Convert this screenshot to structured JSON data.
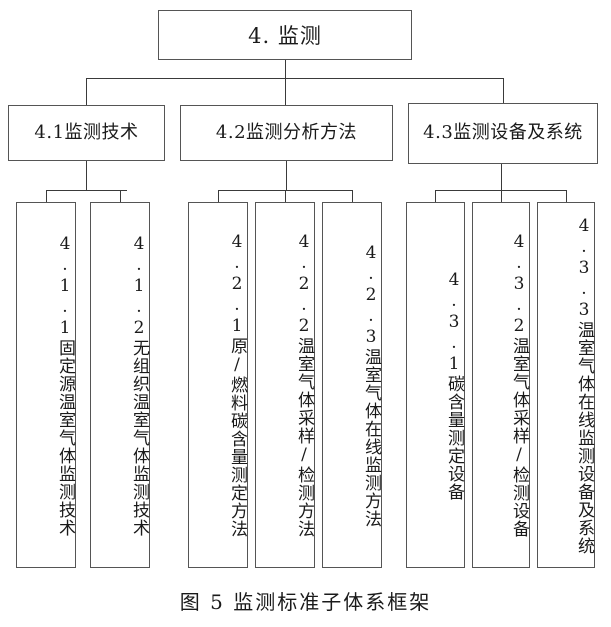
{
  "figure": {
    "caption": "图 5 监测标准子体系框架",
    "root": {
      "id": "4",
      "label": "4. 监测"
    },
    "level2": [
      {
        "id": "4.1",
        "label": "4.1监测技术"
      },
      {
        "id": "4.2",
        "label": "4.2监测分析方法"
      },
      {
        "id": "4.3",
        "label": "4.3监测设备及系统"
      }
    ],
    "leaves": [
      {
        "id": "4.1.1",
        "parent": "4.1",
        "label": "4.1.1固定源温室气体监测技术"
      },
      {
        "id": "4.1.2",
        "parent": "4.1",
        "label": "4.1.2无组织温室气体监测技术"
      },
      {
        "id": "4.2.1",
        "parent": "4.2",
        "label": "4.2.1原/燃料碳含量测定方法"
      },
      {
        "id": "4.2.2",
        "parent": "4.2",
        "label": "4.2.2温室气体采样/检测方法"
      },
      {
        "id": "4.2.3",
        "parent": "4.2",
        "label": "4.2.3温室气体在线监测方法"
      },
      {
        "id": "4.3.1",
        "parent": "4.3",
        "label": "4.3.1碳含量测定设备"
      },
      {
        "id": "4.3.2",
        "parent": "4.3",
        "label": "4.3.2温室气体采样/检测设备"
      },
      {
        "id": "4.3.3",
        "parent": "4.3",
        "label": "4.3.3温室气体在线监测设备及系统"
      }
    ],
    "colors": {
      "box_border": "#555555",
      "connector": "#3a3a3a",
      "text": "#1a1a1a",
      "background": "#ffffff"
    }
  }
}
